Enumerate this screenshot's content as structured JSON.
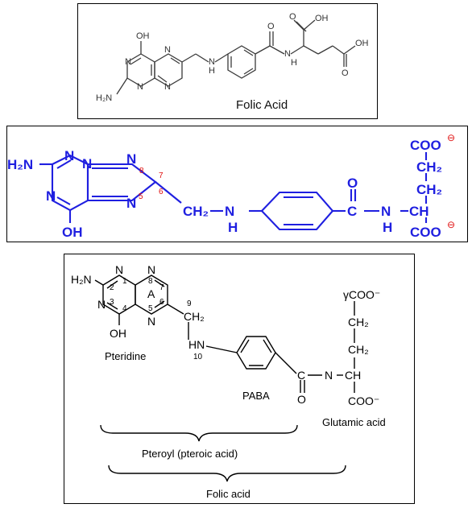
{
  "panel1": {
    "caption": "Folic Acid",
    "atoms": {
      "oh_top": "OH",
      "nh2": "H₂N",
      "n": "N",
      "nh": "N",
      "h": "H",
      "o": "O",
      "oh": "OH"
    }
  },
  "panel2": {
    "atoms": {
      "h2n": "H₂N",
      "n": "N",
      "oh": "OH",
      "ch2_link": "CH₂",
      "n_amine": "N",
      "h": "H",
      "o": "O",
      "c": "C",
      "ch": "CH",
      "ch2": "CH₂",
      "coo": "COO",
      "minus": "⊖"
    },
    "ring_numbers": {
      "n5": "5",
      "n6": "6",
      "n7": "7",
      "n8": "8"
    }
  },
  "panel3": {
    "atoms": {
      "h2n": "H₂N",
      "n": "N",
      "oh": "OH",
      "ch2": "CH₂",
      "hn": "HN",
      "c": "C",
      "o": "O",
      "ch": "CH",
      "coo_gamma": "γCOO⁻",
      "coo": "COO⁻",
      "ring_a": "A"
    },
    "numbers": {
      "n1": "1",
      "n2": "2",
      "n3": "3",
      "n4": "4",
      "n5": "5",
      "n6": "6",
      "n7": "7",
      "n8": "8",
      "n9": "9",
      "n10": "10"
    },
    "labels": {
      "pteridine": "Pteridine",
      "paba": "PABA",
      "glutamic": "Glutamic acid",
      "pteroyl": "Pteroyl (pteroic acid)",
      "folic": "Folic acid"
    }
  }
}
